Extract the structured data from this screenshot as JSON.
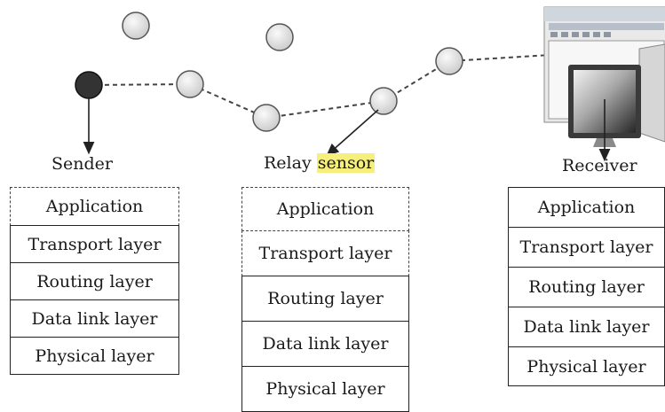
{
  "nodes": {
    "sender_label": "Sender",
    "relay_label_prefix": "Relay",
    "relay_label_highlight": "sensor",
    "receiver_label": "Receiver"
  },
  "stacks": {
    "sender": [
      "Application",
      "Transport layer",
      "Routing layer",
      "Data link layer",
      "Physical layer"
    ],
    "relay": [
      "Application",
      "Transport layer",
      "Routing layer",
      "Data link layer",
      "Physical layer"
    ],
    "receiver": [
      "Application",
      "Transport layer",
      "Routing layer",
      "Data link layer",
      "Physical layer"
    ]
  },
  "colors": {
    "highlight": "#f6f07a",
    "sensor_fill": "#e6e6e6",
    "sender_fill": "#333333"
  },
  "icons": {
    "receiver": "computer-workstation-icon"
  }
}
